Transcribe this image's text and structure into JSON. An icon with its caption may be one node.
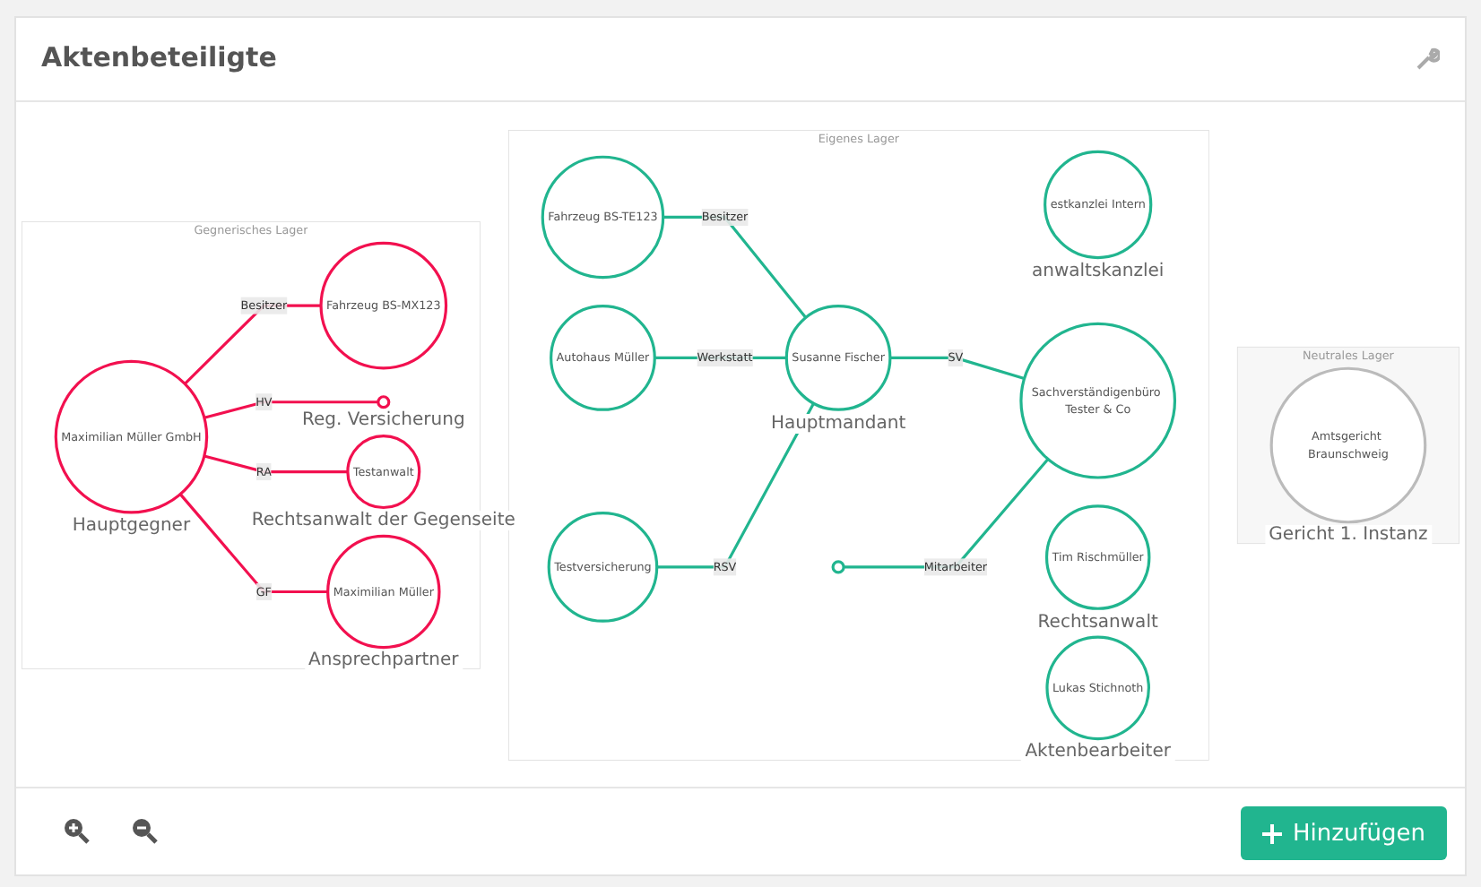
{
  "diagram": {
    "title": "Aktenbeteiligte",
    "nodes": [
      {
        "text": [
          "Neutrales Lager"
        ]
      },
      {
        "text": [
          "Amtsgericht Braunschweig"
        ],
        "beside": [
          "Gericht 1. Instanz"
        ],
        "in": 0
      },
      {
        "text": [
          "Eigenes Lager"
        ]
      },
      {
        "text": [
          "estkanzlei Intern"
        ],
        "beside": [
          "anwaltskanzlei"
        ],
        "in": 2
      },
      {
        "text": [
          "Tim Rischmüller"
        ],
        "beside": [
          "Rechtsanwalt"
        ],
        "in": 2
      },
      {
        "text": [
          "Lukas Stichnoth"
        ],
        "beside": [
          "Aktenbearbeiter"
        ],
        "in": 2
      },
      {
        "text": [
          "Fahrzeug BS-TE123"
        ],
        "in": 2
      },
      {
        "text": [
          "Susanne Fischer"
        ],
        "beside": [
          "Hauptmandant"
        ],
        "in": 2
      },
      {
        "text": [
          "Autohaus Müller"
        ],
        "in": 2
      },
      {
        "text": [
          "Sachverständigenbüro Tester & Co"
        ],
        "in": 2
      },
      {
        "text": [
          "Testversicherung"
        ],
        "in": 2
      },
      {
        "text": [],
        "shape": "circle",
        "in": 2
      },
      {
        "text": [
          "Gegnerisches Lager"
        ]
      },
      {
        "text": [
          "Maximilian Müller GmbH"
        ],
        "beside": [
          "Hauptgegner"
        ],
        "in": 12
      },
      {
        "text": [
          "Fahrzeug BS-MX123"
        ],
        "in": 12
      },
      {
        "text": [],
        "shape": "circle",
        "beside": [
          "Reg. Versicherung"
        ],
        "in": 12
      },
      {
        "text": [
          "Maximilian Müller"
        ],
        "beside": [
          "Ansprechpartner"
        ],
        "in": 12
      },
      {
        "text": [
          "Testanwalt"
        ],
        "beside": [
          "Rechtsanwalt der Gegenseite"
        ],
        "in": 12
      }
    ],
    "edges": [
      {
        "from": 6,
        "to": 7,
        "arrow": "none",
        "label": "Besitzer"
      },
      {
        "from": 8,
        "to": 7,
        "arrow": "none",
        "label": "Werkstatt"
      },
      {
        "from": 10,
        "to": 7,
        "arrow": "none",
        "label": "RSV"
      },
      {
        "from": 7,
        "to": 9,
        "arrow": "none",
        "label": "SV"
      },
      {
        "from": 11,
        "to": 9,
        "arrow": "none",
        "label": "Mitarbeiter"
      },
      {
        "from": 13,
        "to": 14,
        "arrow": "none",
        "label": "Besitzer",
        "color": "#f2104f"
      },
      {
        "from": 13,
        "to": 15,
        "arrow": "none",
        "label": "HV",
        "color": "#f2104f"
      },
      {
        "from": 13,
        "to": 17,
        "arrow": "none",
        "label": "RA",
        "color": "#f2104f"
      },
      {
        "from": 13,
        "to": 16,
        "arrow": "none",
        "label": "GF",
        "color": "#f2104f"
      }
    ],
    "labels": [
      "Hinzufügen"
    ]
  }
}
